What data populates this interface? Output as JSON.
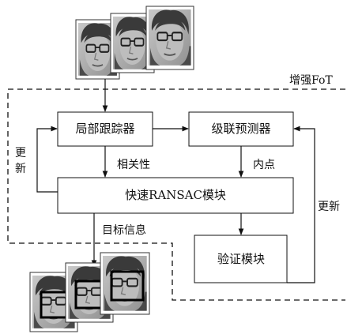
{
  "frame_label": "增强FoT",
  "boxes": {
    "local_tracker": "局部跟踪器",
    "cascade_predictor": "级联预测器",
    "fast_ransac": "快速RANSAC模块",
    "verification": "验证模块"
  },
  "edge_labels": {
    "correlation": "相关性",
    "inliers": "内点",
    "update_left": "更新",
    "update_right": "更新",
    "target_info": "目标信息"
  },
  "images": {
    "input_frames": [
      "face-photo",
      "face-photo",
      "face-photo"
    ],
    "output_frames": [
      "face-photo-with-box",
      "face-photo-with-box",
      "face-photo-with-box"
    ]
  },
  "colors": {
    "line": "#111111",
    "face_bg": "#9a9a9a"
  }
}
